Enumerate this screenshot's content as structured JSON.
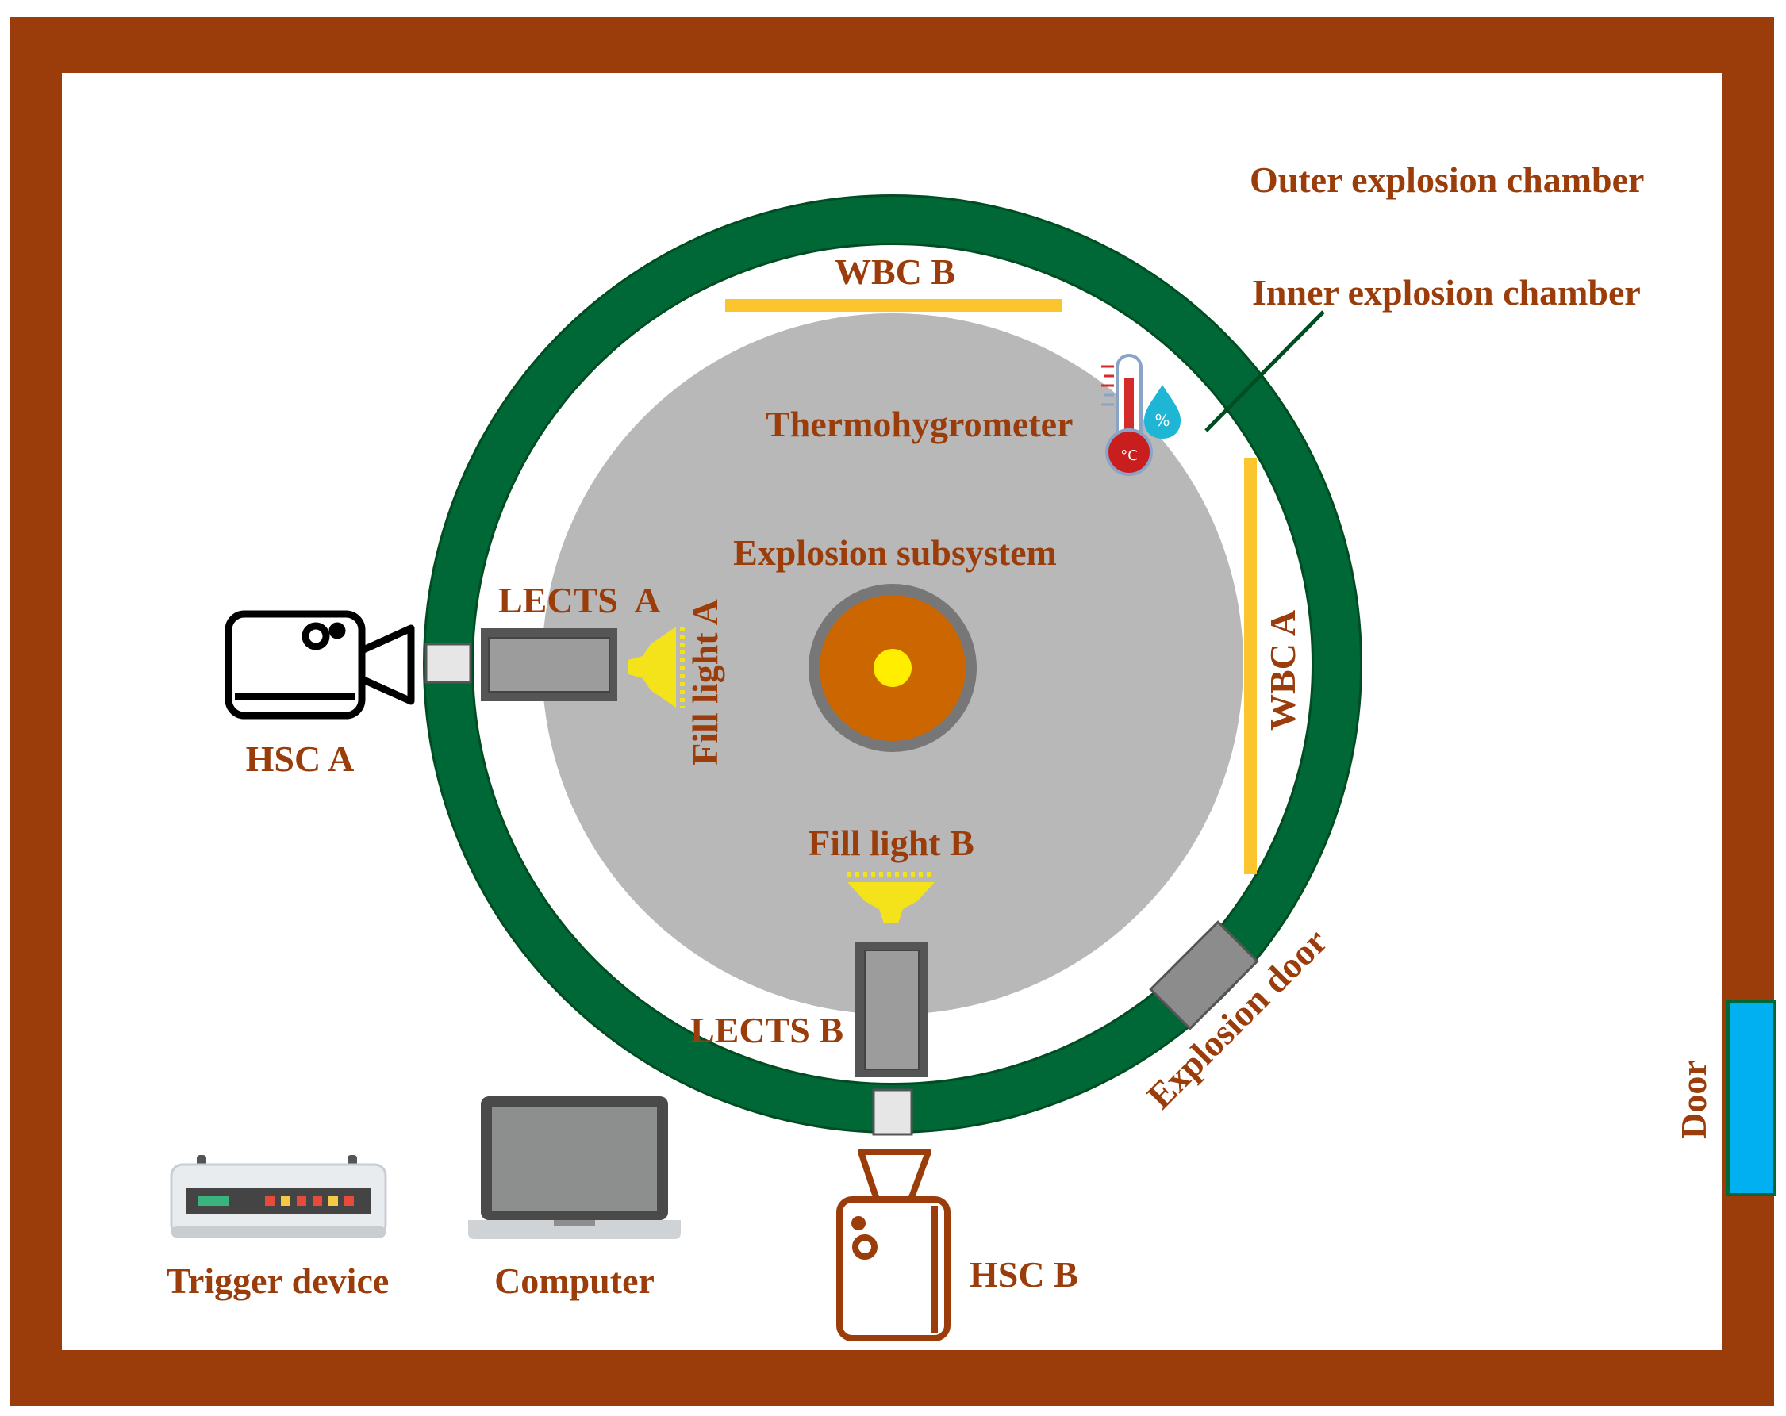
{
  "colors": {
    "wall": "#9a3d0a",
    "ring": "#006837",
    "floor": "#b8b8b8",
    "wbc": "#fbc52e",
    "fill_light": "#f4e31a",
    "door": "#00b0f0",
    "label": "#9a3d0a",
    "core": "#cc6600",
    "core_center": "#ffee00"
  },
  "labels": {
    "outer_chamber": "Outer explosion chamber",
    "inner_chamber": "Inner explosion chamber",
    "wbc_b": "WBC B",
    "wbc_a": "WBC A",
    "thermohygrometer": "Thermohygrometer",
    "explosion_subsystem": "Explosion subsystem",
    "lects_a": "LECTS  A",
    "fill_light_a": "Fill light A",
    "hsc_a": "HSC A",
    "fill_light_b": "Fill light B",
    "lects_b": "LECTS B",
    "explosion_door": "Explosion door",
    "door": "Door",
    "trigger_device": "Trigger device",
    "computer": "Computer",
    "hsc_b": "HSC B"
  },
  "icons": {
    "camera_a": "video-camera-icon",
    "camera_b": "video-camera-icon",
    "thermometer": "thermometer-icon",
    "humidity": "water-drop-icon",
    "computer": "laptop-icon",
    "trigger": "router-icon",
    "temp_unit": "°C",
    "humidity_unit": "%"
  }
}
